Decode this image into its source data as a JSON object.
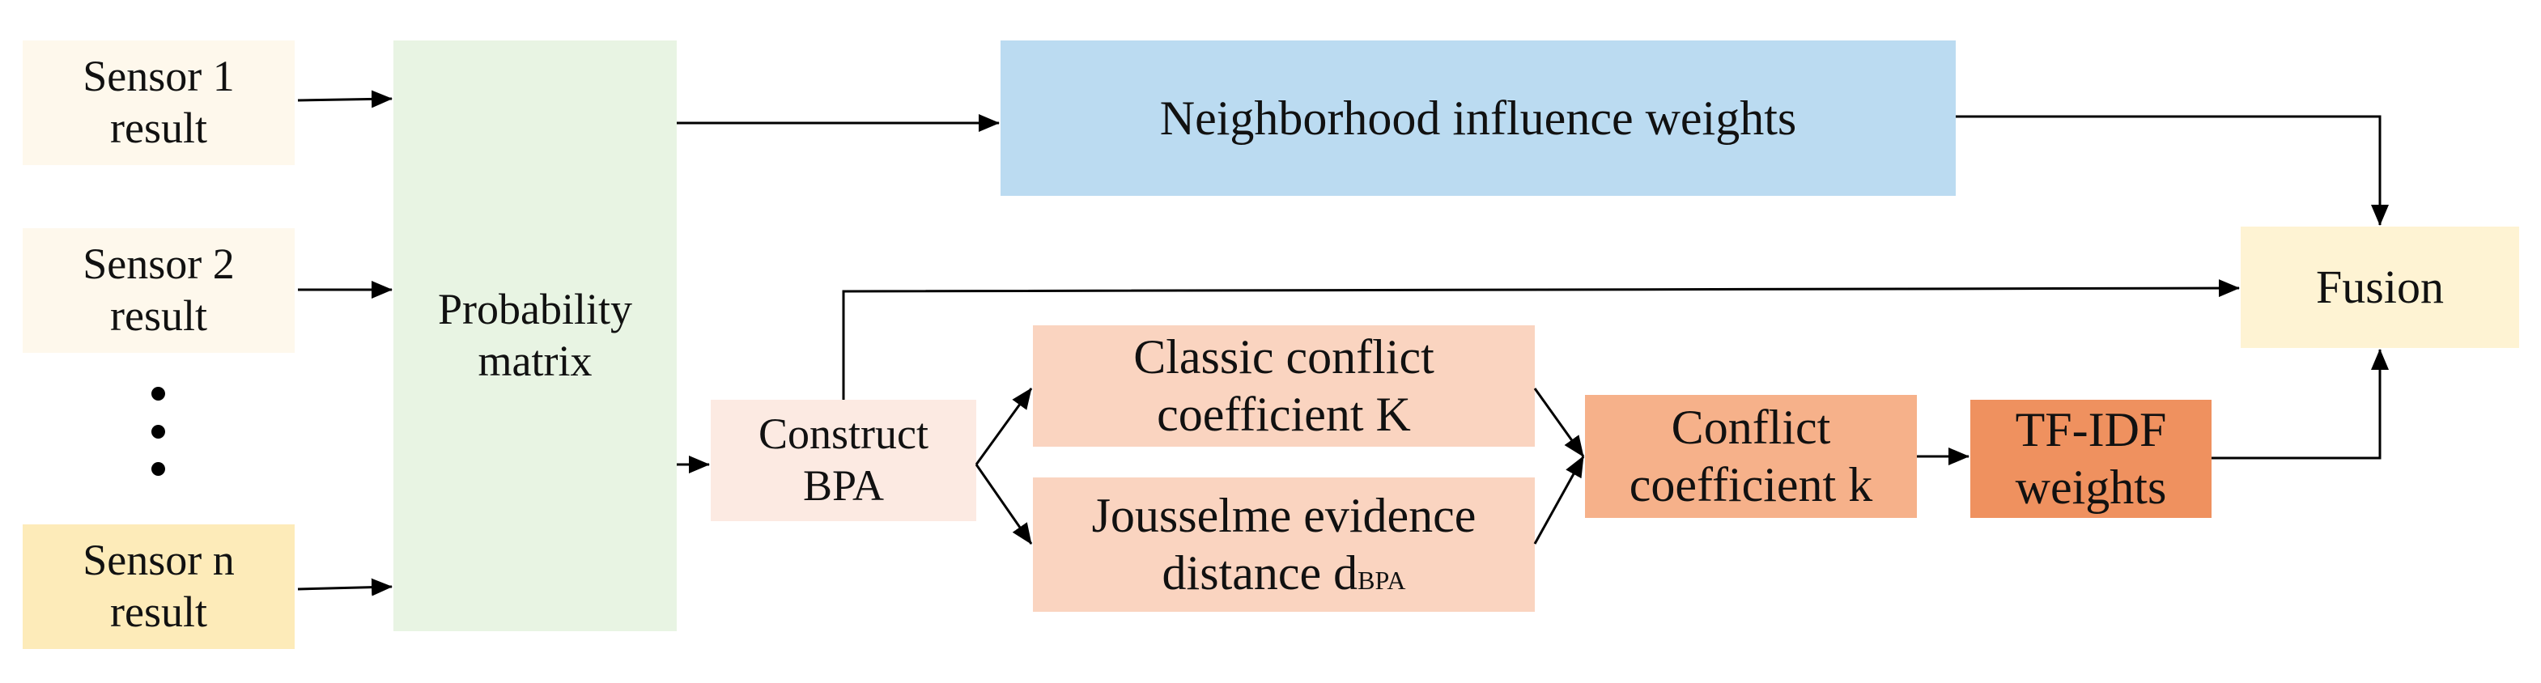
{
  "colors": {
    "sensor_light": "#FEF8EC",
    "sensor_n": "#FDEBB9",
    "probability": "#E8F4E3",
    "neighborhood": "#BBDBF1",
    "fusion": "#FEF3D3",
    "construct": "#FCEAE2",
    "classic": "#FAD4C0",
    "jousselme": "#FAD4C0",
    "conflict": "#F6B18A",
    "tfidf": "#EF915F",
    "arrow": "#000000"
  },
  "nodes": {
    "sensor1": {
      "line1": "Sensor 1",
      "line2": "result"
    },
    "sensor2": {
      "line1": "Sensor 2",
      "line2": "result"
    },
    "sensorn": {
      "line1": "Sensor n",
      "line2": "result"
    },
    "ellipsis": "⋮",
    "probability": {
      "line1": "Probability",
      "line2": "matrix"
    },
    "neighborhood": {
      "label": "Neighborhood influence weights"
    },
    "fusion": {
      "label": "Fusion"
    },
    "construct": {
      "line1": "Construct",
      "line2": "BPA"
    },
    "classic": {
      "line1": "Classic conflict",
      "line2": "coefficient K"
    },
    "jousselme": {
      "line1": "Jousselme evidence",
      "line2_main": "distance d",
      "line2_sub": "BPA"
    },
    "conflict": {
      "line1": "Conflict",
      "line2": "coefficient k"
    },
    "tfidf": {
      "line1": "TF-IDF",
      "line2": "weights"
    }
  }
}
